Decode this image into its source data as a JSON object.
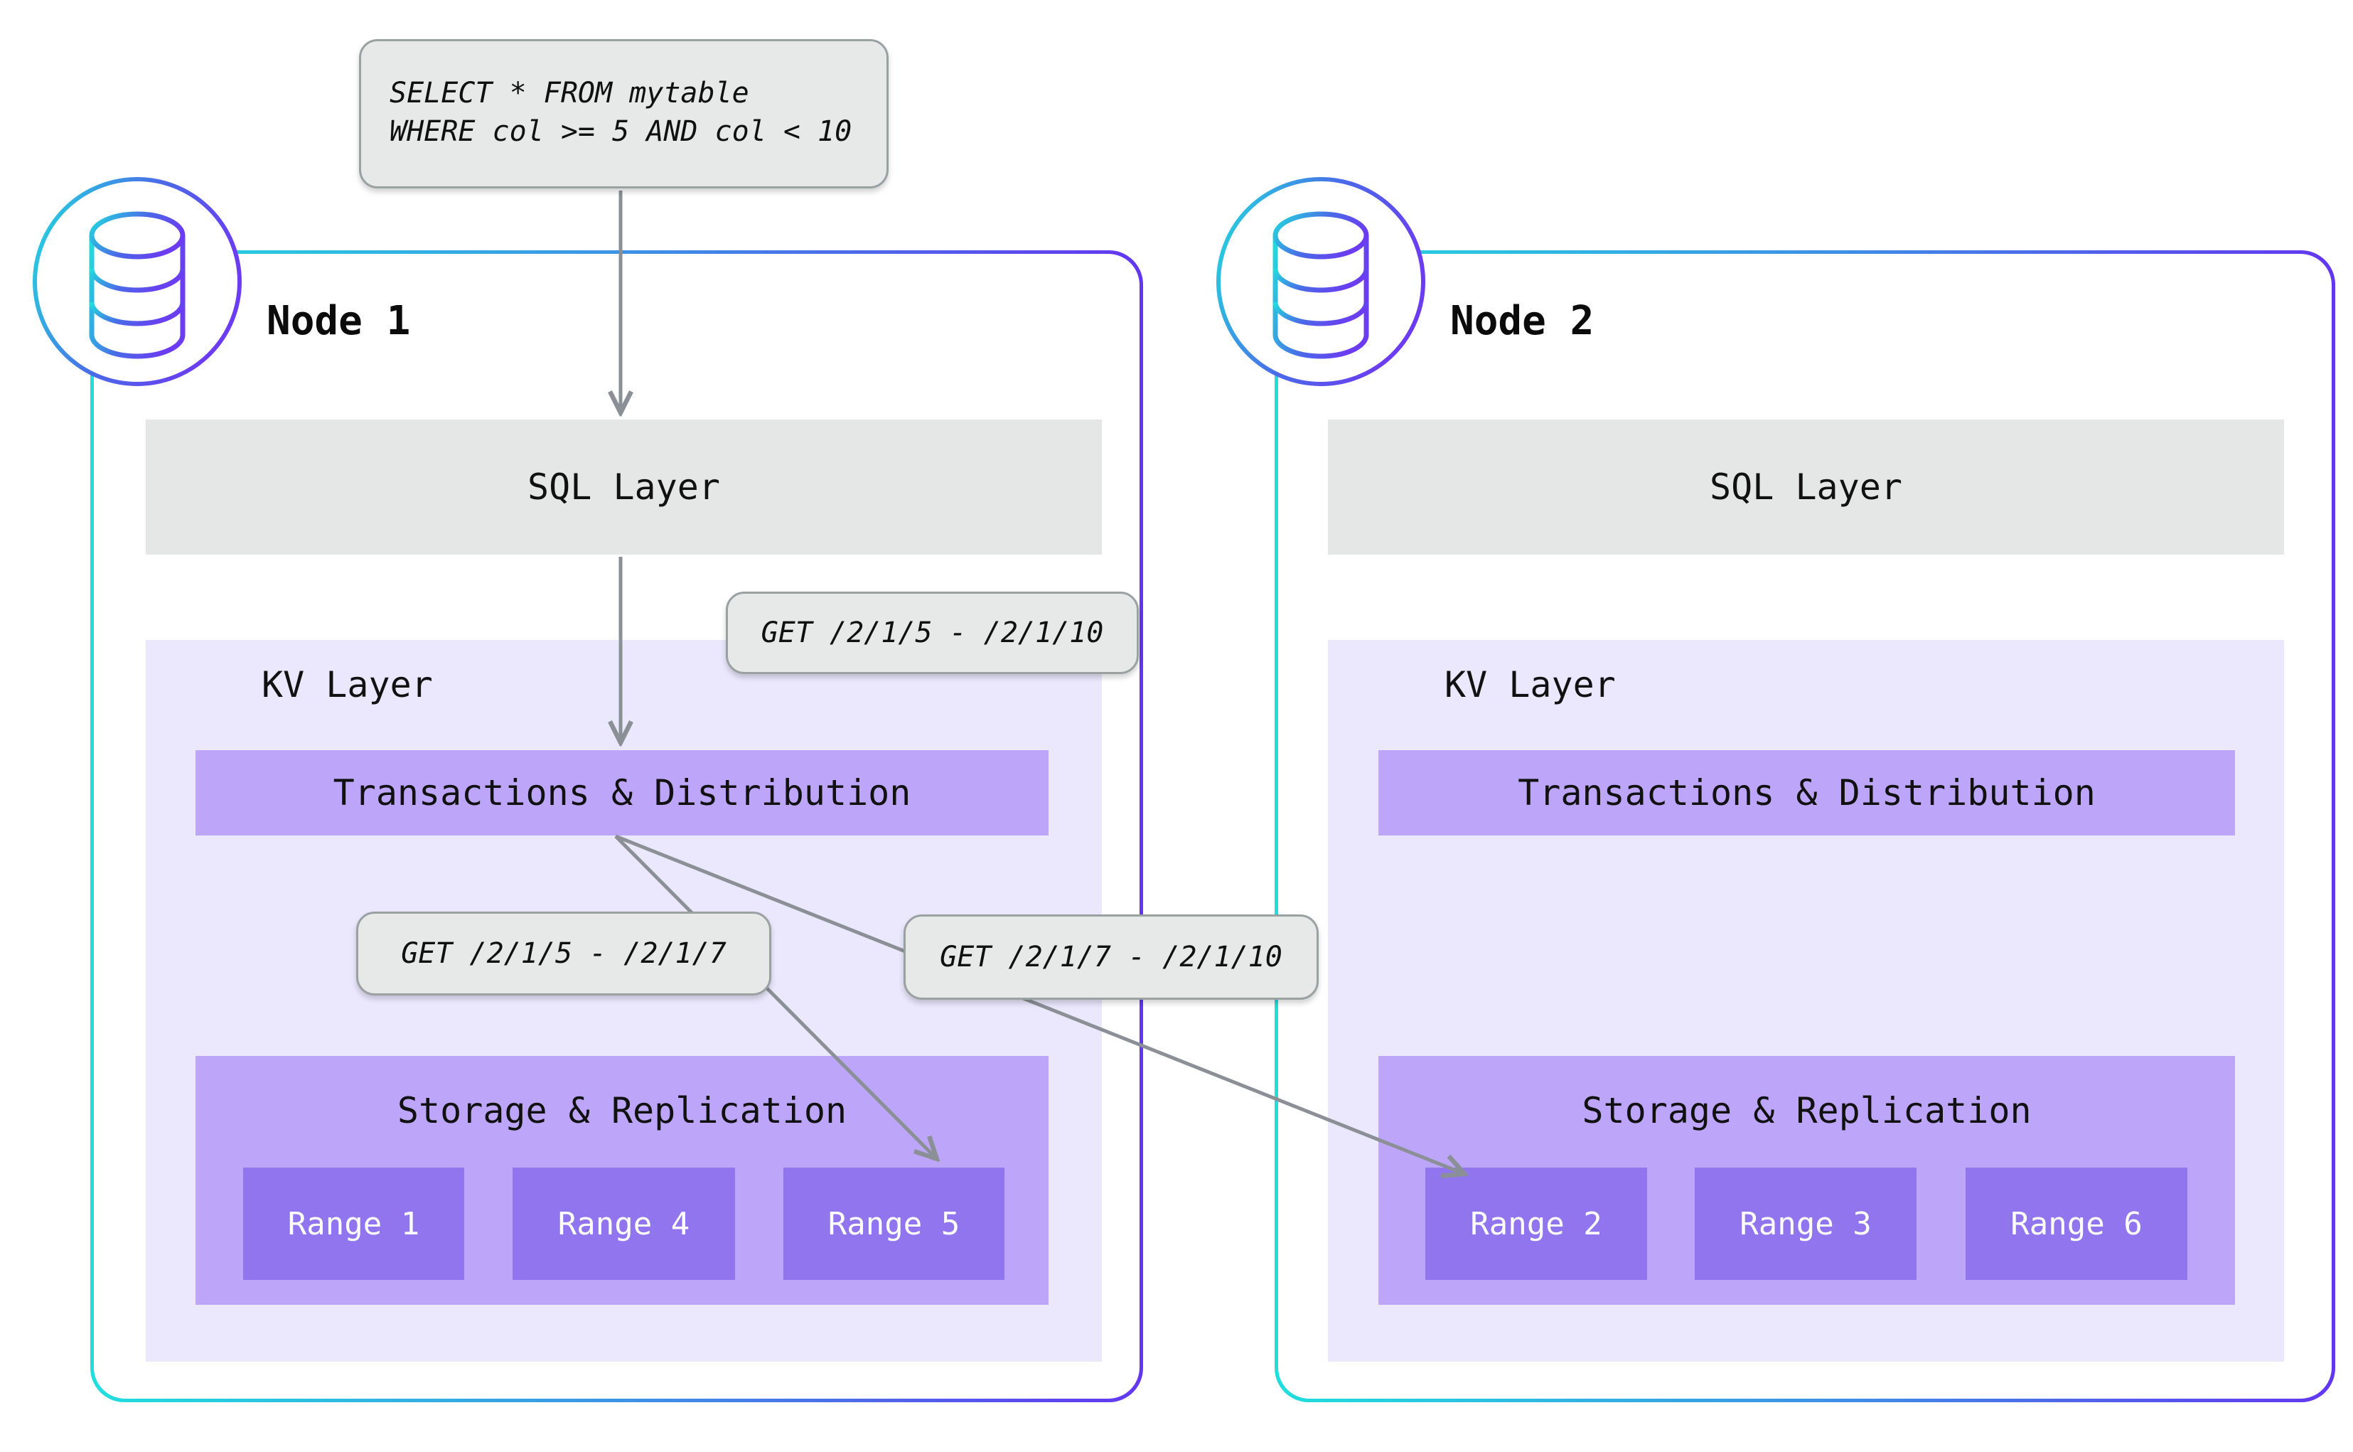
{
  "query": {
    "line1": "SELECT * FROM mytable",
    "line2": "WHERE col >= 5 AND col < 10"
  },
  "request_labels": {
    "full_range": "GET /2/1/5 - /2/1/10",
    "local_range": "GET /2/1/5 - /2/1/7",
    "remote_range": "GET /2/1/7 - /2/1/10"
  },
  "nodes": [
    {
      "title": "Node 1",
      "sql_layer_label": "SQL Layer",
      "kv_layer_label": "KV Layer",
      "transactions_label": "Transactions & Distribution",
      "storage_label": "Storage & Replication",
      "ranges": [
        "Range 1",
        "Range 4",
        "Range 5"
      ]
    },
    {
      "title": "Node 2",
      "sql_layer_label": "SQL Layer",
      "kv_layer_label": "KV Layer",
      "transactions_label": "Transactions & Distribution",
      "storage_label": "Storage & Replication",
      "ranges": [
        "Range 2",
        "Range 3",
        "Range 6"
      ]
    }
  ],
  "colors": {
    "node_border_start": "#21dedd",
    "node_border_end": "#6336f0",
    "sql_layer_bg": "#e5e6e6",
    "kv_layer_bg": "#ebe7fd",
    "purple_bar_bg": "#bda6f9",
    "range_bg": "#9175ee",
    "label_bg": "#e7e9e9",
    "label_border": "#9aa1a1",
    "arrow": "#8a9095"
  }
}
